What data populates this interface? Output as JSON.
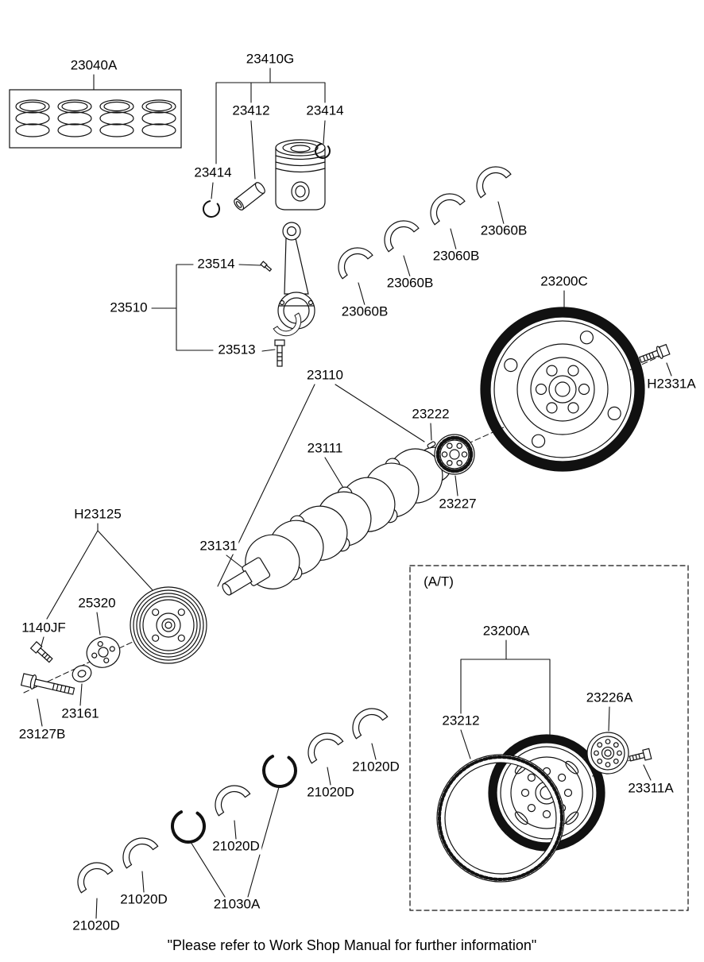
{
  "page": {
    "footer_note": "\"Please refer to Work Shop Manual for further information\""
  },
  "labels": {
    "p23040A": "23040A",
    "p23410G": "23410G",
    "p23412": "23412",
    "p23414": "23414",
    "p23514": "23514",
    "p23510": "23510",
    "p23513": "23513",
    "p23060B": "23060B",
    "p23200C": "23200C",
    "pH2331A": "H2331A",
    "p23110": "23110",
    "p23222": "23222",
    "p23111": "23111",
    "p23227": "23227",
    "p23131": "23131",
    "pH23125": "H23125",
    "p25320": "25320",
    "p1140JF": "1140JF",
    "p23161": "23161",
    "p23127B": "23127B",
    "p21020D": "21020D",
    "p21030A": "21030A",
    "pAT": "(A/T)",
    "p23200A": "23200A",
    "p23212": "23212",
    "p23226A": "23226A",
    "p23311A": "23311A"
  }
}
